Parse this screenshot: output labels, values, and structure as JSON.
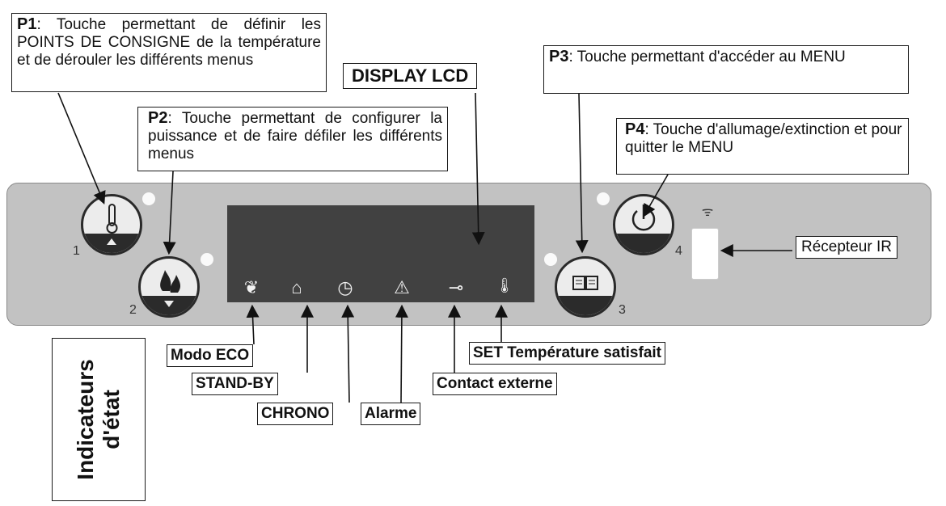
{
  "callouts": {
    "p1": {
      "key": "P1",
      "text": ": Touche permettant de définir les POINTS DE CONSIGNE de la température et de dérouler les différents menus"
    },
    "p2": {
      "key": "P2",
      "text": ":  Touche  permettant  de configurer la puissance et de faire défiler les différents menus"
    },
    "display": {
      "text": "DISPLAY LCD"
    },
    "p3": {
      "key": "P3",
      "text": ": Touche permettant d'accéder au MENU"
    },
    "p4": {
      "key": "P4",
      "text": ": Touche d'allumage/extinction et pour quitter le MENU"
    },
    "ir": {
      "text": "Récepteur IR"
    }
  },
  "buttons": [
    {
      "number": "1",
      "icon": "thermometer-icon"
    },
    {
      "number": "2",
      "icon": "flame-icon"
    },
    {
      "number": "3",
      "icon": "book-icon"
    },
    {
      "number": "4",
      "icon": "power-icon"
    }
  ],
  "indicators": [
    {
      "label": "Modo ECO",
      "icon": "eco-icon",
      "glyph": "❦"
    },
    {
      "label": "STAND-BY",
      "icon": "standby-icon",
      "glyph": "⌂"
    },
    {
      "label": "CHRONO",
      "icon": "clock-icon",
      "glyph": "◷"
    },
    {
      "label": "Alarme",
      "icon": "warning-icon",
      "glyph": "⚠"
    },
    {
      "label": "Contact externe",
      "icon": "contact-icon",
      "glyph": "⊸"
    },
    {
      "label": "SET Température satisfait",
      "icon": "thermometer-ok-icon",
      "glyph": "🌡"
    }
  ],
  "status_title": "Indicateurs d'état",
  "wifi_glyph": "ᯤ"
}
